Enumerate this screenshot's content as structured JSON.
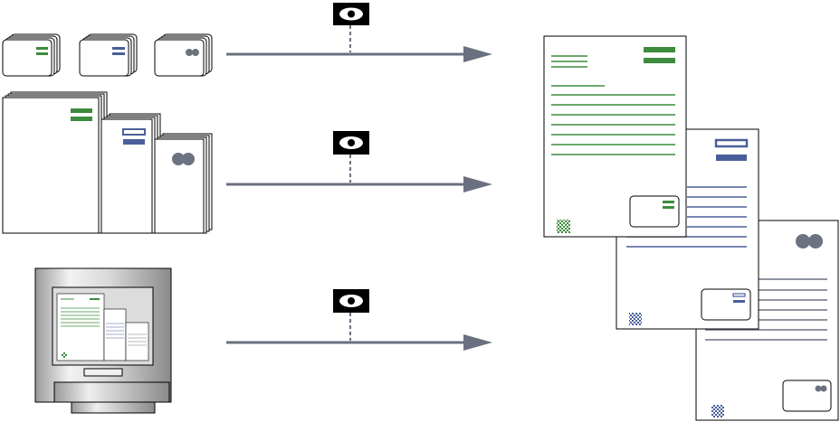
{
  "colors": {
    "green": "#3d8b3d",
    "blue": "#4a5f9a",
    "gray": "#6b7280",
    "arrow": "#6b7080",
    "black": "#000000",
    "paper": "#ffffff",
    "monitor_light": "#e8e8e8",
    "monitor_dark": "#8a8a8a"
  },
  "icons": {
    "eye": "eye-icon",
    "arrow": "arrow-right-icon",
    "monitor": "computer-monitor-icon",
    "barcode": "data-matrix-barcode-icon"
  },
  "flows": [
    {
      "source": "small-envelope-stacks",
      "inspection": "eye-icon"
    },
    {
      "source": "large-envelope-stacks",
      "inspection": "eye-icon"
    },
    {
      "source": "computer-screen-documents",
      "inspection": "eye-icon"
    }
  ],
  "outputs": [
    {
      "brand": "green",
      "mark": "double-bar"
    },
    {
      "brand": "blue",
      "mark": "outlined-bar"
    },
    {
      "brand": "gray",
      "mark": "double-dot"
    }
  ]
}
